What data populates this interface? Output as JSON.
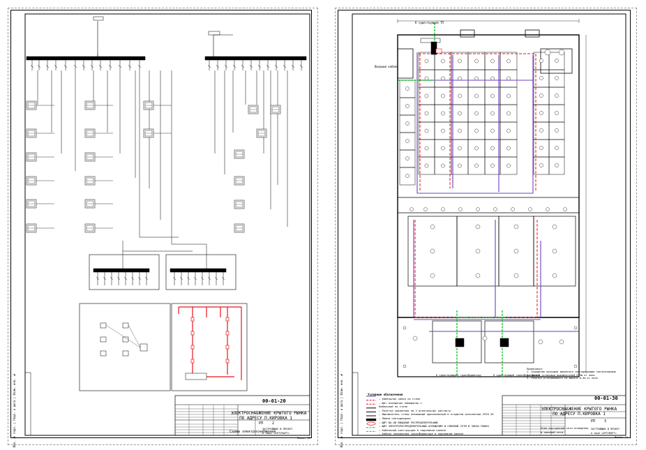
{
  "sheets": [
    {
      "title_block": {
        "code": "00-01-20",
        "title_line1": "ЭЛЕКТРОСНАБЖЕНИЕ КРЫТОГО РЫНКА",
        "title_line2": "ПО АДРЕСУ П.КИРОВКА 1",
        "subtitle": "Схема электроснабжения",
        "stage": "РП",
        "sheet": "2",
        "org": "ЗАСТРОЙЩИК И ПРОЕКТ\nв лице «АРТСМАРТ»",
        "format": "Формат А3"
      }
    },
    {
      "title_block": {
        "code": "00-01-30",
        "title_line1": "ЭЛЕКТРОСНАБЖЕНИЕ КРЫТОГО РЫНКА",
        "title_line2": "ПО АДРЕСУ П.КИРОВКА 1",
        "subtitle": "План внутренней сети освещения\nи силовой сети",
        "stage": "РП",
        "sheet": "3",
        "org": "ЗАСТРОЙЩИК И ПРОЕКТ\nв лице «АРТСМАРТ»",
        "format": "Формат А3"
      },
      "legend": {
        "heading": "Условные обозначения",
        "items": [
          "— Кабельная линия по стене",
          "— Щит освещения помещения с",
          "   Кабельной по стене",
          "— Розетка сдвоенная на 2 штепсельных контакта",
          "— Выключатель стены клавишный однополюсный в открытом исполнении IP20 26",
          "— Лампа светодиодная",
          "— ЩИТ ВА-ОВ ВВОДНОЙ РАСПРЕДЕЛИТЕЛЬНЫЙ",
          "— ЩИТ ЭЛЕКТРОРАСПРЕДЕЛИТЕЛЬНЫЙ ОСВЕЩЕНИЯ И СИЛОВОЙ СЕТИ В ЗОНАХ РЫНКА",
          "— Кабельный конструкции в подземном канале",
          "— Кабель заземления трансформатора в подземном канале"
        ]
      },
      "notes": "Примечания:\n1. Освещение проходов выполнить светодиодными светильниками\n2. Высота установки выключателей 0,9м от пола\n3. Розетки устанавливать на высоте 0,3м от пола",
      "labels": {
        "input_top": "К существующей ТП",
        "input_left": "Вводный кабель",
        "bottom_left": "К существующему трансформатору",
        "bottom_right": "К существующей трансформаторной"
      }
    }
  ],
  "colors": {
    "red": "#e8141b",
    "purple": "#6a3fc0",
    "green": "#19c42b",
    "black": "#000000"
  }
}
